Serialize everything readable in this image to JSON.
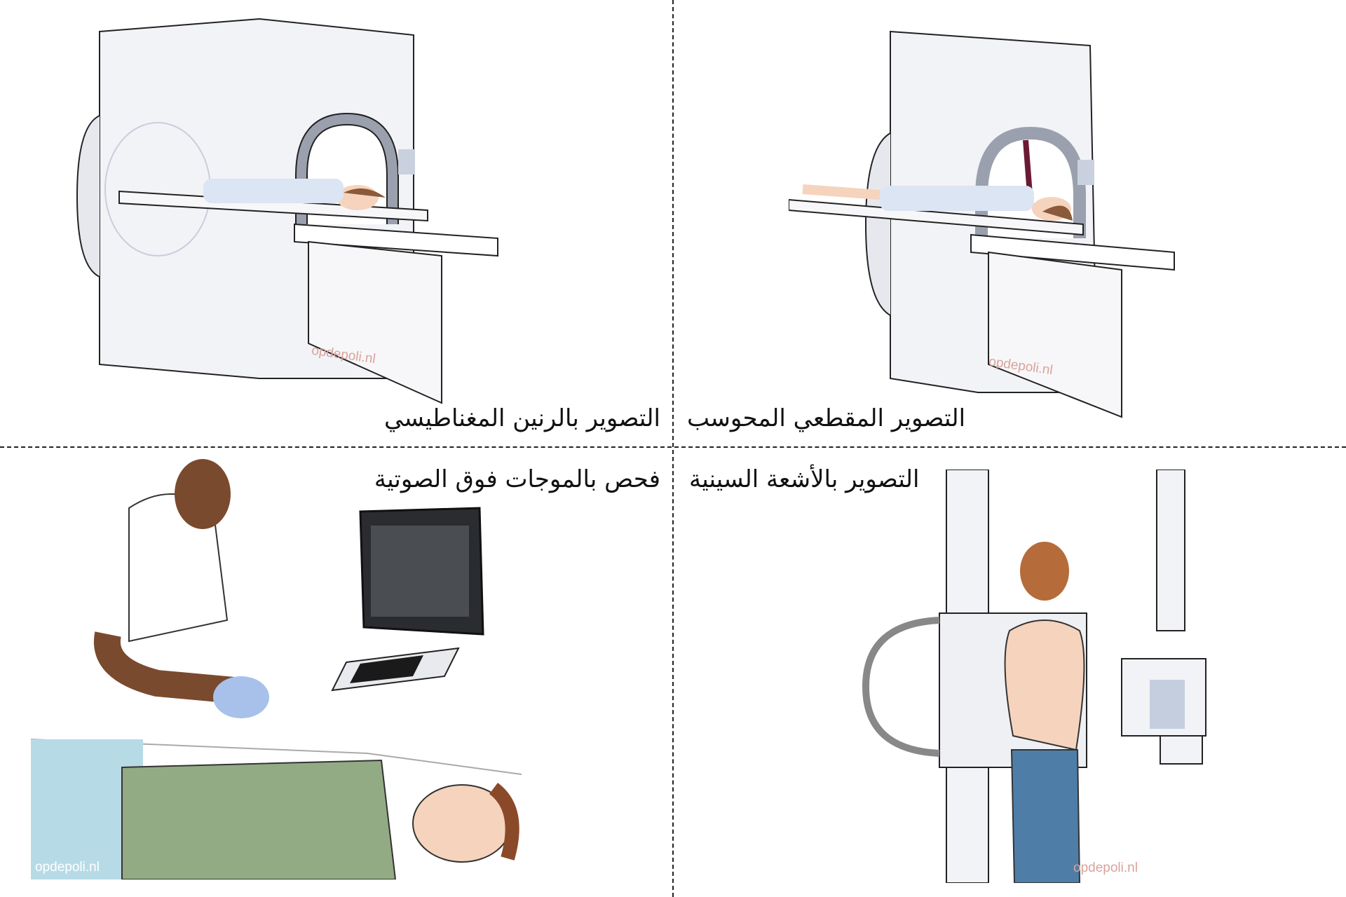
{
  "panels": {
    "mri": {
      "label": "التصوير بالرنين المغناطيسي",
      "watermark": "opdepoli.nl"
    },
    "ct": {
      "label": "التصوير المقطعي المحوسب",
      "watermark": "opdepoli.nl"
    },
    "ultrasound": {
      "label": "فحص بالموجات فوق الصوتية",
      "watermark": "opdepoli.nl"
    },
    "xray": {
      "label": "التصوير بالأشعة السينية",
      "watermark": "opdepoli.nl"
    }
  },
  "colors": {
    "machine": "#f2f3f6",
    "outline": "#222222",
    "skin": "#f6d3bd",
    "gown": "#dbe5f3",
    "shirt": "#93ab84",
    "jeans": "#4e7ea8"
  }
}
